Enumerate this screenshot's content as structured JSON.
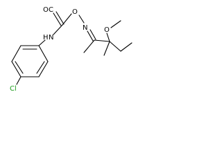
{
  "molecule": {
    "colors": {
      "bond": "#000000",
      "chlorine": "#1a9a1a",
      "background": "#ffffff"
    },
    "atom_labels": {
      "carbonyl_oxygen": "O",
      "amide_nitrogen": "N",
      "amide_hydrogen": "H",
      "ester_oxygen": "O",
      "oxime_nitrogen": "N",
      "methoxy_group": "O",
      "chlorine": "Cl"
    }
  }
}
